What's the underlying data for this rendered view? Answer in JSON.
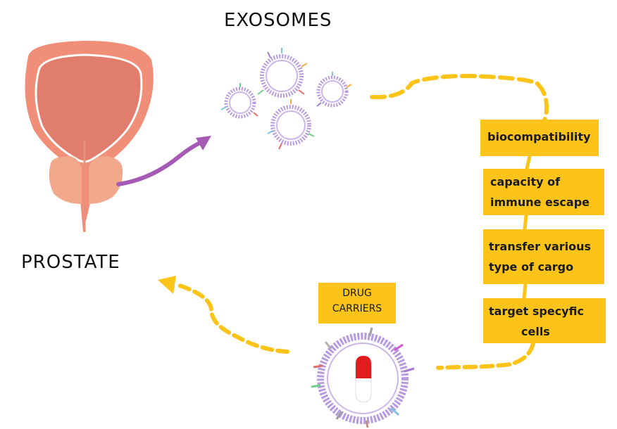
{
  "title": "EXOSOMES",
  "prostate_label": "PROSTATE",
  "drug_carriers": {
    "line1": "DRUG",
    "line2": "CARRIERS"
  },
  "properties": [
    {
      "lines": [
        "biocompatibility"
      ]
    },
    {
      "lines": [
        "capacity of",
        "immune escape"
      ]
    },
    {
      "lines": [
        "transfer various",
        "type of cargo"
      ]
    },
    {
      "lines": [
        "target specyfic",
        "cells"
      ]
    }
  ],
  "colors": {
    "accent": "#fcc419",
    "arrow_purple": "#a55bb5",
    "prostate_outer": "#f08e78",
    "prostate_inner": "#e07d6d",
    "prostate_lobes": "#f2a98b",
    "membrane": "#b79ae0"
  }
}
